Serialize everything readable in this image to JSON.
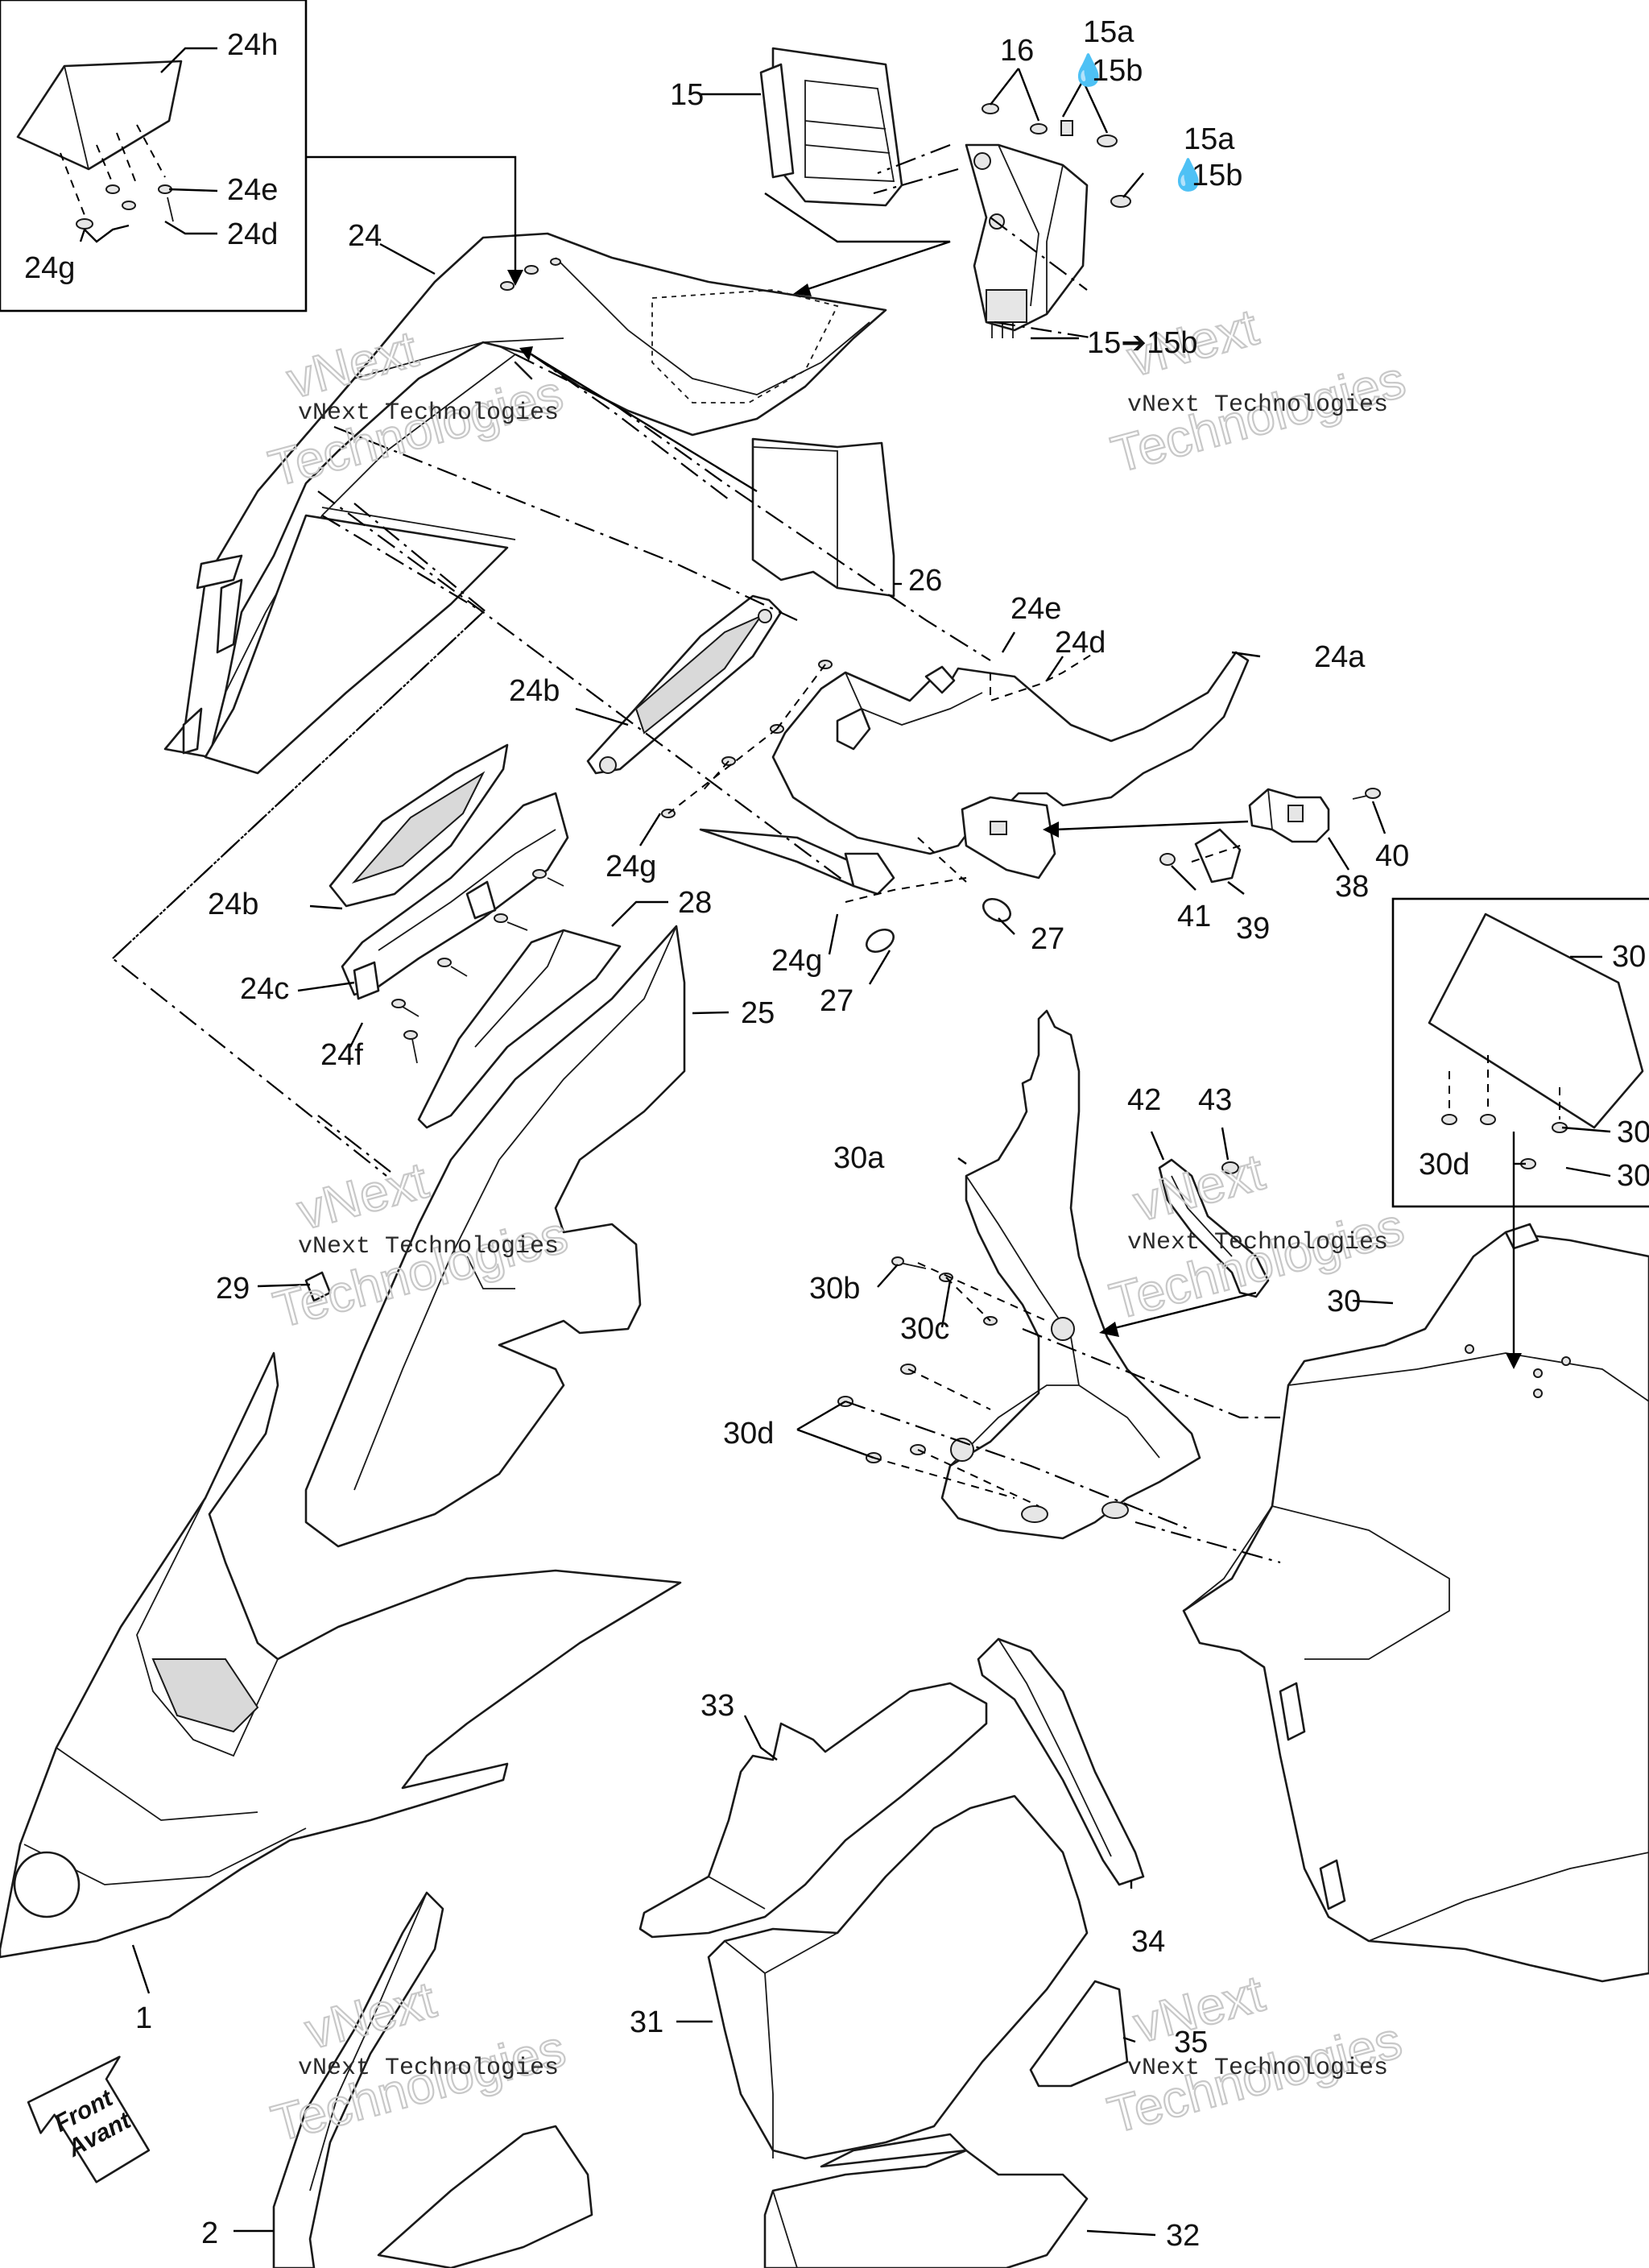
{
  "labels": {
    "l24h": "24h",
    "l24e_top": "24e",
    "l24d_top": "24d",
    "l24g_top": "24g",
    "l24": "24",
    "l15": "15",
    "l16": "16",
    "l15a_1": "15a",
    "l15b_1": "15b",
    "l15a_2": "15a",
    "l15b_2": "15b",
    "l15_15b": "15➔15b",
    "l26": "26",
    "l24a": "24a",
    "l24e": "24e",
    "l24d": "24d",
    "l24b_1": "24b",
    "l24g_1": "24g",
    "l24b_2": "24b",
    "l24c": "24c",
    "l24f": "24f",
    "l28": "28",
    "l25": "25",
    "l24g_2": "24g",
    "l27_1": "27",
    "l27_2": "27",
    "l40": "40",
    "l38": "38",
    "l41": "41",
    "l39": "39",
    "l30_box": "30",
    "l30_box2": "30",
    "l30d_box": "30d",
    "l30_box3": "30",
    "l42": "42",
    "l43": "43",
    "l30a": "30a",
    "l30b": "30b",
    "l30c": "30c",
    "l30d": "30d",
    "l30": "30",
    "l29": "29",
    "l1": "1",
    "l2": "2",
    "l33": "33",
    "l34": "34",
    "l31": "31",
    "l35": "35",
    "l32": "32"
  },
  "watermark": {
    "line1": "vNext Technologies",
    "line2a": "vNext",
    "line2b": "Technologies"
  },
  "direction_arrow": {
    "line1": "Front",
    "line2": "Avant"
  }
}
